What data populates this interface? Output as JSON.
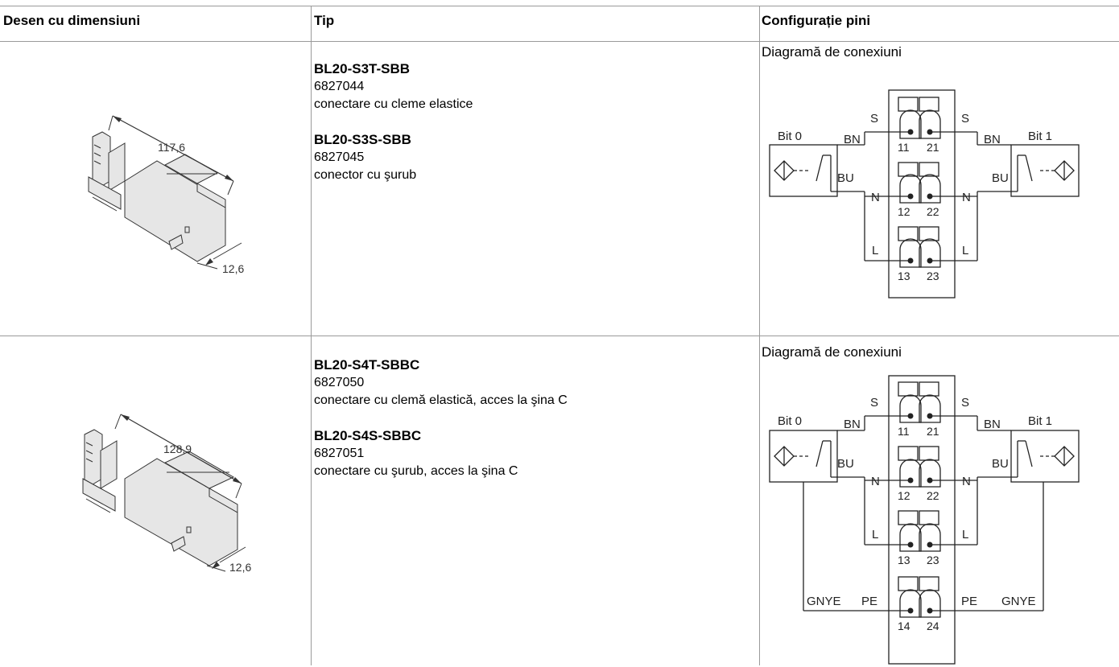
{
  "headers": {
    "drawing": "Desen cu dimensiuni",
    "type": "Tip",
    "pins": "Configurație pini"
  },
  "rows": [
    {
      "dims": {
        "length": "117,6",
        "width": "12,6"
      },
      "products": [
        {
          "name": "BL20-S3T-SBB",
          "code": "6827044",
          "desc": "conectare cu cleme elastice"
        },
        {
          "name": "BL20-S3S-SBB",
          "code": "6827045",
          "desc": "conector cu şurub"
        }
      ],
      "diagram": {
        "title": "Diagramă de conexiuni",
        "bit_left": "Bit 0",
        "bit_right": "Bit 1",
        "bn": "BN",
        "bu": "BU",
        "s": "S",
        "n": "N",
        "l": "L",
        "pins": [
          "11",
          "21",
          "12",
          "22",
          "13",
          "23"
        ]
      }
    },
    {
      "dims": {
        "length": "128,9",
        "width": "12,6"
      },
      "products": [
        {
          "name": "BL20-S4T-SBBC",
          "code": "6827050",
          "desc": "conectare cu clemă elastică, acces la şina C"
        },
        {
          "name": "BL20-S4S-SBBC",
          "code": "6827051",
          "desc": "conectare cu şurub, acces la şina C"
        }
      ],
      "diagram": {
        "title": "Diagramă de conexiuni",
        "bit_left": "Bit 0",
        "bit_right": "Bit 1",
        "bn": "BN",
        "bu": "BU",
        "s": "S",
        "n": "N",
        "l": "L",
        "pe": "PE",
        "gnye": "GNYE",
        "pins": [
          "11",
          "21",
          "12",
          "22",
          "13",
          "23",
          "14",
          "24"
        ]
      }
    }
  ]
}
